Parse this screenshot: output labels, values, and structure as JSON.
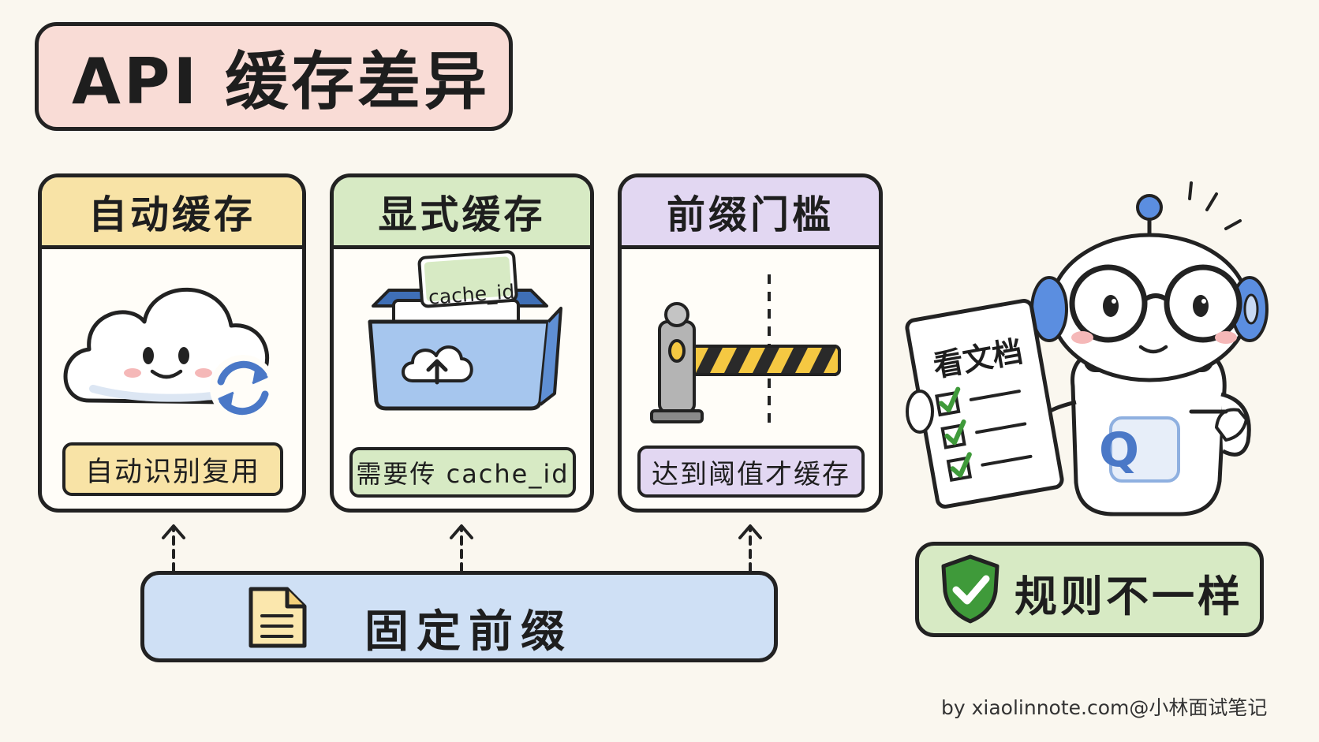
{
  "title": "API 缓存差异",
  "panels": [
    {
      "heading": "自动缓存",
      "label": "自动识别复用"
    },
    {
      "heading": "显式缓存",
      "label": "需要传 cache_id",
      "card_text": "cache_id"
    },
    {
      "heading": "前缀门槛",
      "label": "达到阈值才缓存"
    }
  ],
  "prefix": {
    "label": "固定前缀"
  },
  "robot": {
    "doc_title": "看文档",
    "badge_letter": "Q"
  },
  "rule": {
    "label": "规则不一样"
  },
  "footer": "by xiaolinnote.com@小林面试笔记",
  "colors": {
    "background": "#faf7ef",
    "title_fill": "#f9dcd6",
    "auto_header": "#f8e3a6",
    "explicit_header": "#d7eac4",
    "threshold_header": "#e2d7f2",
    "prefix_fill": "#cfe0f5",
    "rule_fill": "#d7eac4",
    "accent_blue": "#4a78c7",
    "shield_green": "#3f9a3a"
  },
  "icons": [
    "cloud-icon",
    "refresh-icon",
    "folder-icon",
    "upload-cloud-icon",
    "barrier-gate-icon",
    "document-icon",
    "shield-check-icon",
    "robot-icon",
    "checklist-icon"
  ]
}
